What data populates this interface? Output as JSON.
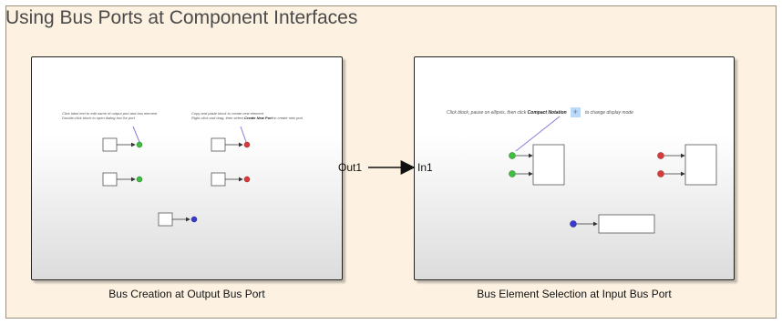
{
  "area": {
    "title": "Using Bus Ports at Component Interfaces"
  },
  "subsystems": {
    "left": {
      "label": "Bus Creation at Output Bus Port"
    },
    "right": {
      "label": "Bus Element Selection at Input Bus Port"
    }
  },
  "ports": {
    "out_label": "Out1",
    "in_label": "In1"
  },
  "notes": {
    "left_1a": "Click label text to edit name of output port and bus element",
    "left_1b": "Double-click block to open dialog box for port",
    "left_2a": "Copy and paste block to create new element",
    "left_2b_pre": "Right-click and drag, then select ",
    "left_2b_bold": "Create New Port",
    "left_2b_post": " to create new port",
    "right_pre": "Click block, pause on ellipsis, then click ",
    "right_bold": "Compact Notation",
    "right_post": " to change display mode",
    "right_icon": "+"
  },
  "colors": {
    "area_bg": "#fdf2e2",
    "port_green": "#3fbf3f",
    "port_red": "#d93a3a",
    "port_blue": "#3a3ad0",
    "callout_line": "#8b7cd6"
  },
  "icons": {
    "compact_notation": "plus-square-icon"
  }
}
